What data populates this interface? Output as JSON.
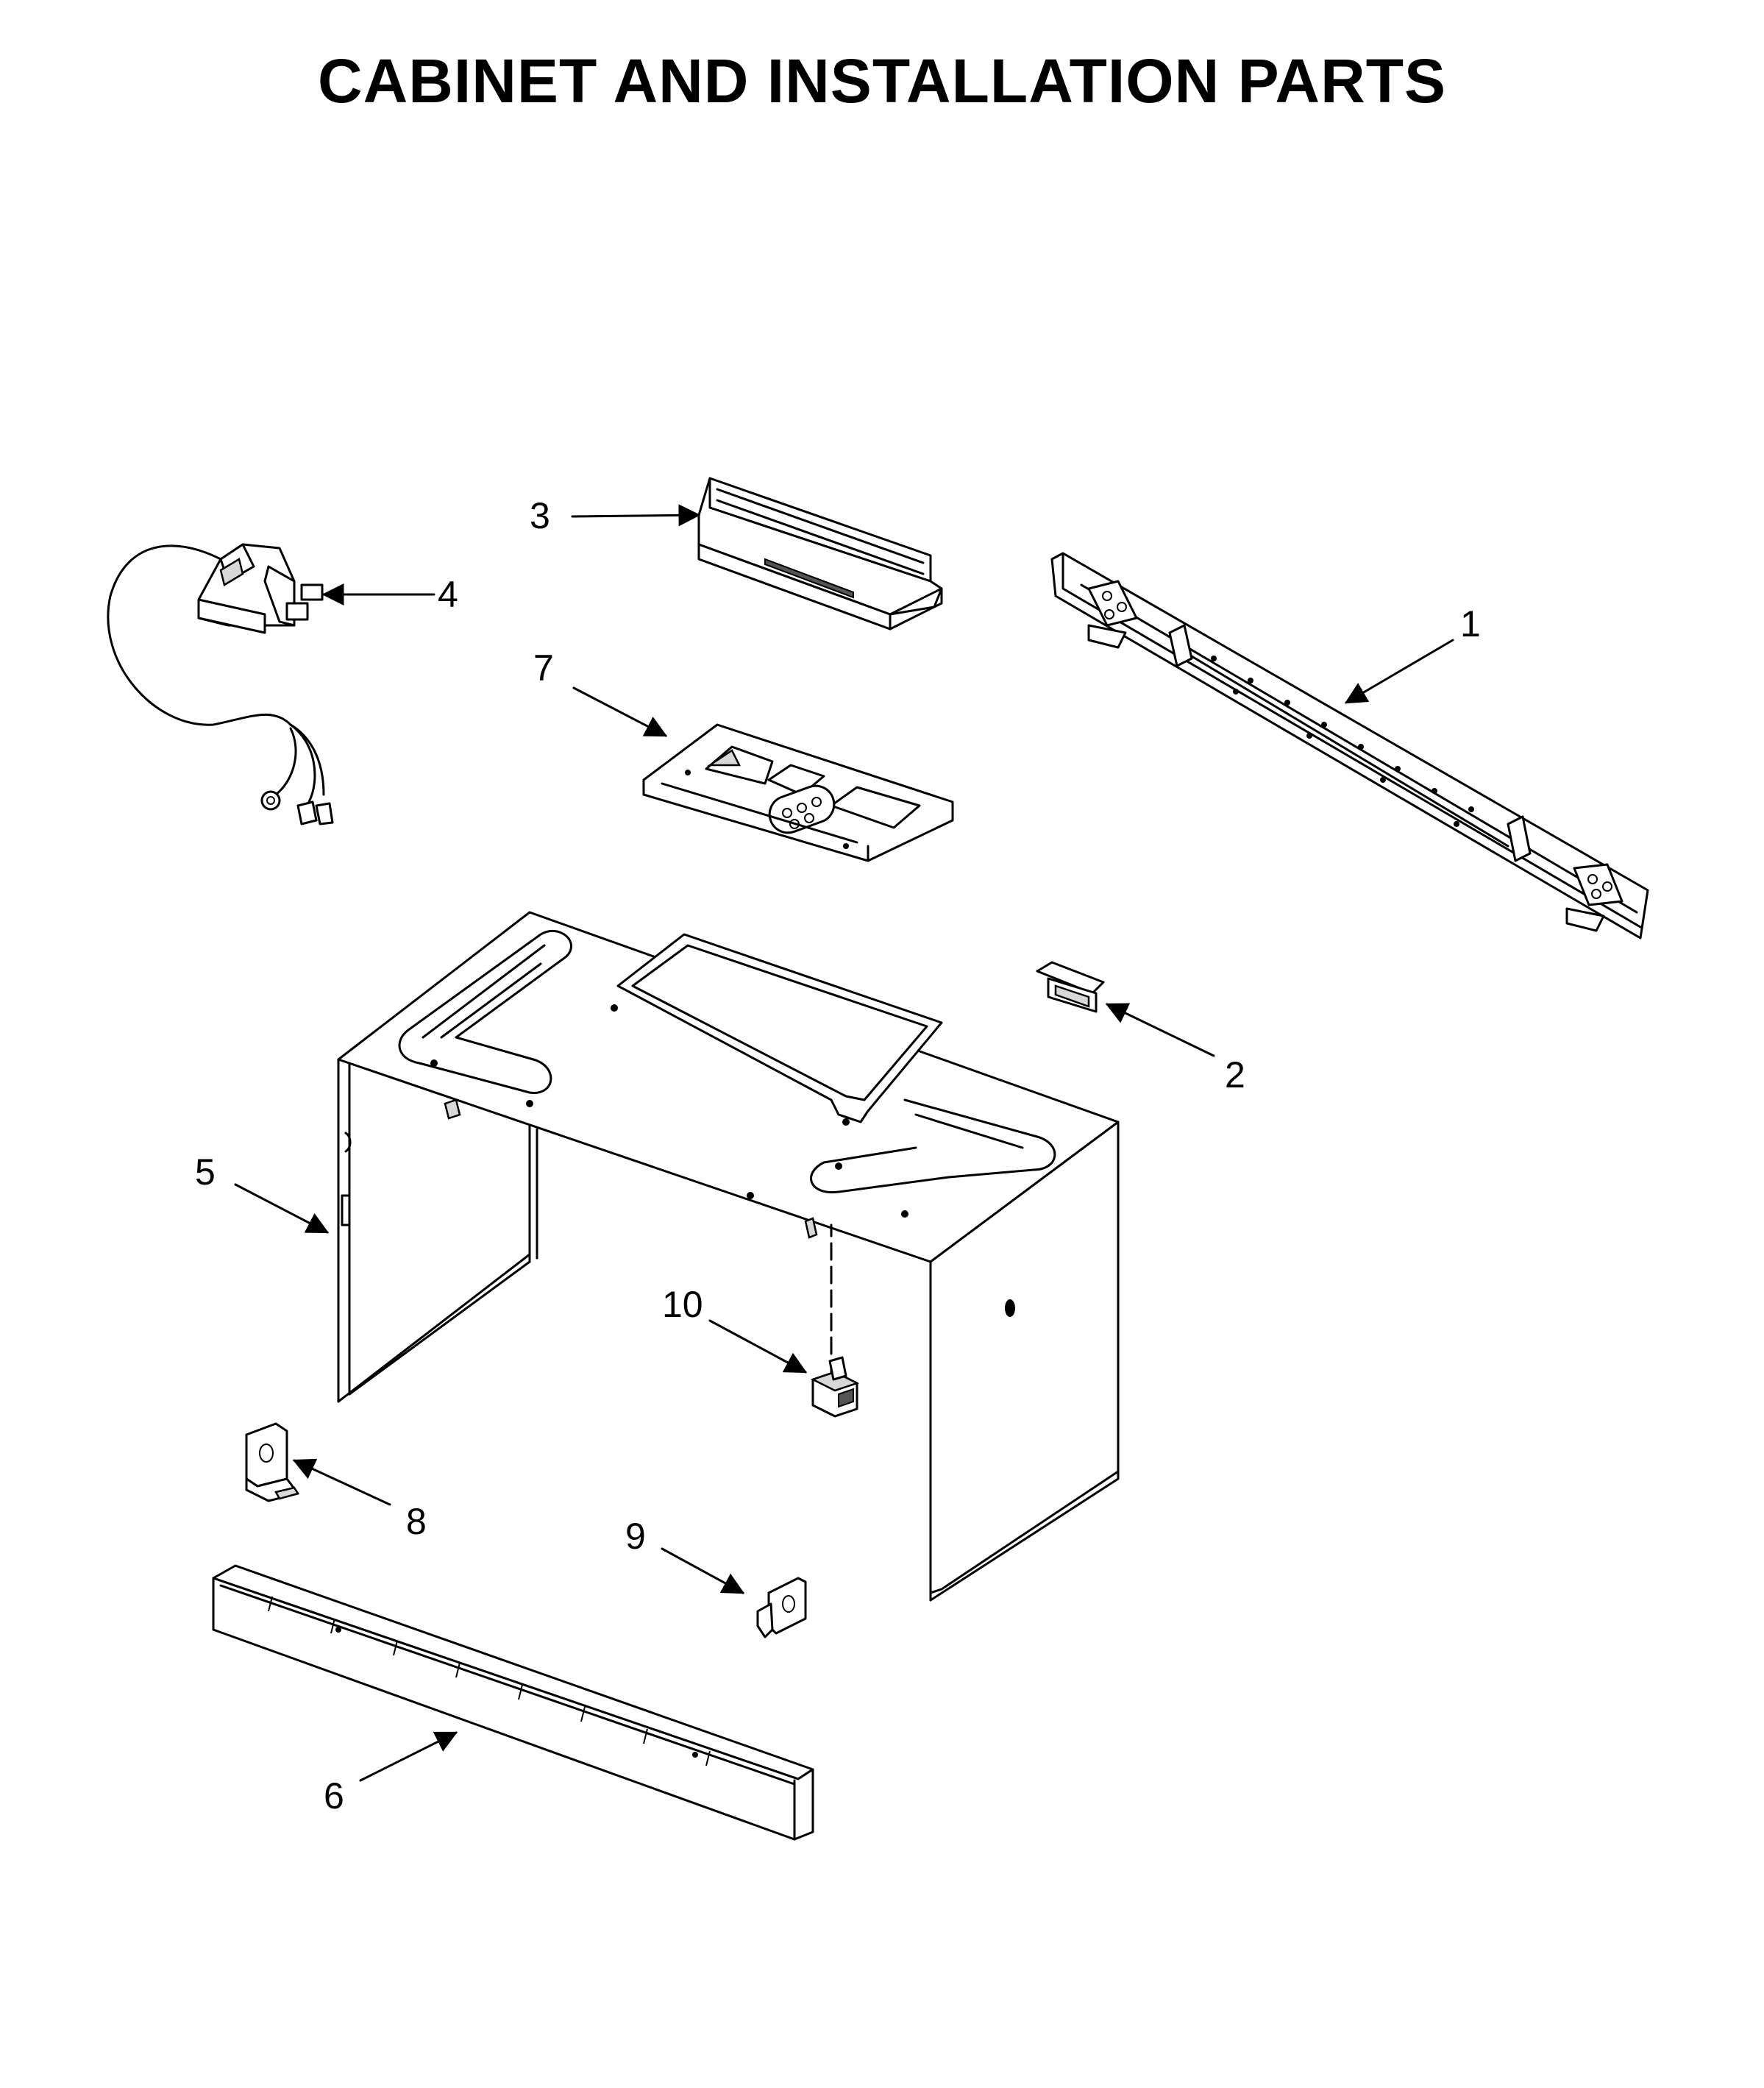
{
  "title": "CABINET AND INSTALLATION PARTS",
  "callouts": {
    "c1": "1",
    "c2": "2",
    "c3": "3",
    "c4": "4",
    "c5": "5",
    "c6": "6",
    "c7": "7",
    "c8": "8",
    "c9": "9",
    "c10": "10"
  }
}
